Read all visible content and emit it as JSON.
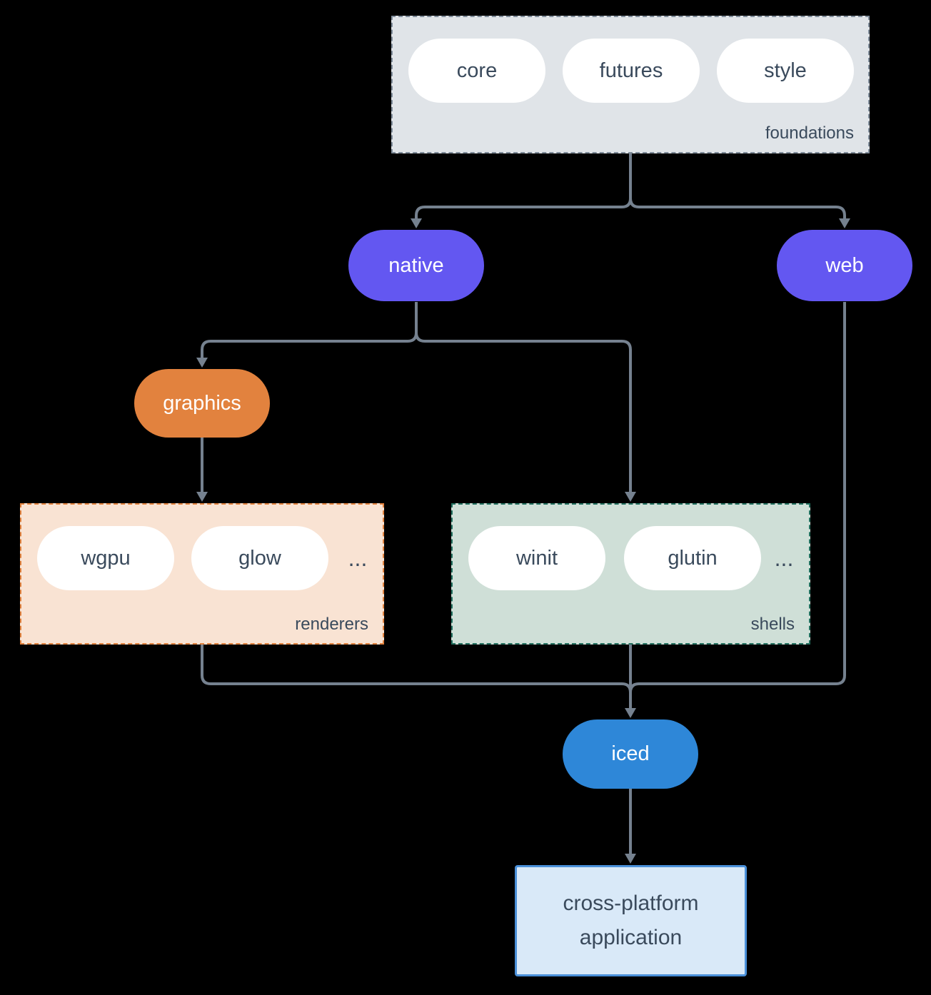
{
  "colors": {
    "background": "#000000",
    "line": "#75818f",
    "dark_text": "#3a4a5c",
    "pill_bg": "#ffffff",
    "purple": "#6357f1",
    "orange": "#e2823e",
    "blue": "#2e87d8",
    "foundations_bg": "#e0e4e8",
    "foundations_border": "#7f8c9a",
    "renderers_bg": "#f9e3d3",
    "renderers_border": "#e2823e",
    "shells_bg": "#cfdfd7",
    "shells_border": "#22705f",
    "app_bg": "#d9e9f8",
    "app_border": "#4a90d9"
  },
  "groups": {
    "foundations": {
      "label": "foundations",
      "nodes": [
        "core",
        "futures",
        "style"
      ]
    },
    "renderers": {
      "label": "renderers",
      "nodes": [
        "wgpu",
        "glow"
      ],
      "ellipsis": "..."
    },
    "shells": {
      "label": "shells",
      "nodes": [
        "winit",
        "glutin"
      ],
      "ellipsis": "..."
    }
  },
  "nodes": {
    "native": {
      "label": "native"
    },
    "web": {
      "label": "web"
    },
    "graphics": {
      "label": "graphics"
    },
    "iced": {
      "label": "iced"
    },
    "app": {
      "line1": "cross-platform",
      "line2": "application"
    }
  }
}
